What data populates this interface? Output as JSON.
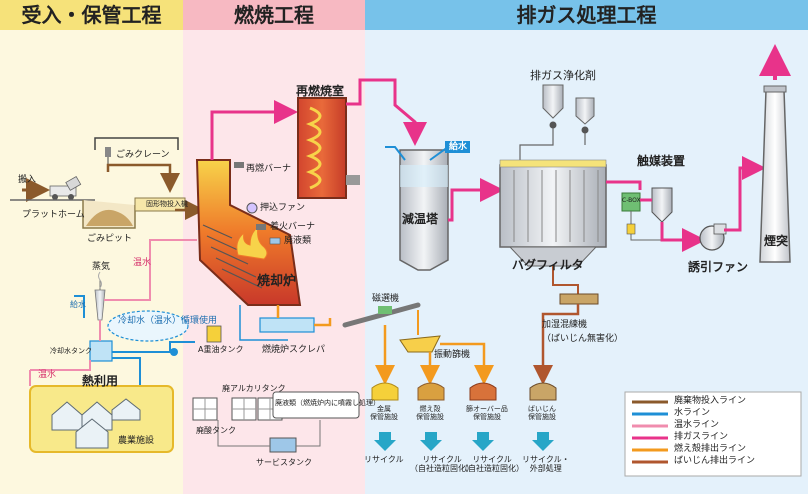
{
  "sections": {
    "receive": "受入・保管工程",
    "combustion": "燃焼工程",
    "exhaust": "排ガス処理工程"
  },
  "labels": {
    "inbound": "搬入",
    "platform": "プラットホーム",
    "crane": "ごみクレーン",
    "pit": "ごみピット",
    "hopper": "固形物投入機",
    "recombustion_chamber": "再燃焼室",
    "reburn_burner": "再燃バーナ",
    "push_fan": "押込ファン",
    "ignition_burner": "着火バーナ",
    "waste_liquid": "廃液類",
    "incinerator": "焼却炉",
    "hot_water": "温水",
    "steam": "蒸気",
    "cooling_water_reuse": "冷却水（温水）循環使用",
    "cooling_water_tank": "冷却水タンク",
    "water_supply_left": "給水",
    "hot_water_lower": "温水",
    "heat_use": "熱利用",
    "agri_facility": "農業施設",
    "heavy_oil_tank": "A重油タンク",
    "scraper": "燃焼炉スクレパ",
    "magnetic_separator": "磁選機",
    "vibrating_sieve": "振動篩機",
    "water_supply": "給水",
    "cooling_tower": "減温塔",
    "exhaust_agent": "排ガス浄化剤",
    "bag_filter": "バグフィルタ",
    "catalyst": "触媒装置",
    "cbox": "C-BOX",
    "induced_fan": "誘引ファン",
    "chimney": "煙突",
    "kneader": "加湿混練機",
    "dust_harmless": "（ばいじん無害化）",
    "alkali_tank": "廃アルカリタンク",
    "acid_tank": "廃酸タンク",
    "service_tank": "サービスタンク",
    "waste_liquid_note": "廃液類（燃焼炉内に噴霧し処理）"
  },
  "storages": [
    {
      "name": "金属\n保管施設",
      "recycle": "リサイクル"
    },
    {
      "name": "燃え殻\n保管施設",
      "recycle": "リサイクル\n（自社造粒固化）"
    },
    {
      "name": "篩オーバー品\n保管施設",
      "recycle": "リサイクル\n（自社造粒固化）"
    },
    {
      "name": "ばいじん\n保管施設",
      "recycle": "リサイクル・\n外部処理"
    }
  ],
  "legend": [
    {
      "label": "廃棄物投入ライン",
      "color": "#8b5a2b"
    },
    {
      "label": "水ライン",
      "color": "#1e8fd6"
    },
    {
      "label": "温水ライン",
      "color": "#f08cae"
    },
    {
      "label": "排ガスライン",
      "color": "#e8338a"
    },
    {
      "label": "燃え殻排出ライン",
      "color": "#f39a1e"
    },
    {
      "label": "ばいじん排出ライン",
      "color": "#b0562e"
    }
  ],
  "colors": {
    "receive_bg": "#fdf8df",
    "combustion_bg": "#fde6ea",
    "exhaust_bg": "#e4f1fb",
    "receive_hdr": "#f6e27a",
    "combustion_hdr": "#f7b9c2",
    "exhaust_hdr": "#77c2ea"
  }
}
